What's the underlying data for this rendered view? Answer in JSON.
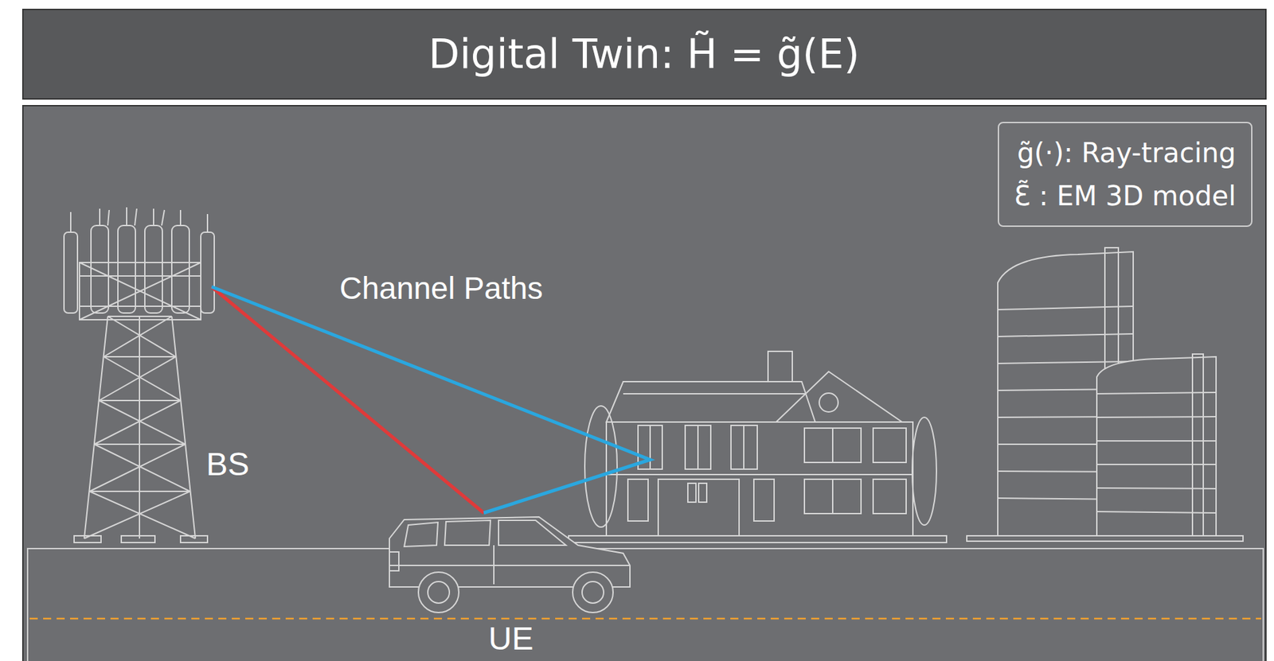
{
  "diagram": {
    "title": "Digital Twin: H̃ = g̃(E)",
    "nodes": [
      {
        "text": [
          "g̃(·): Ray-tracing",
          "Ɛ̃ : EM 3D model"
        ]
      }
    ],
    "labels": [
      "Channel Paths",
      "BS",
      "UE"
    ]
  }
}
